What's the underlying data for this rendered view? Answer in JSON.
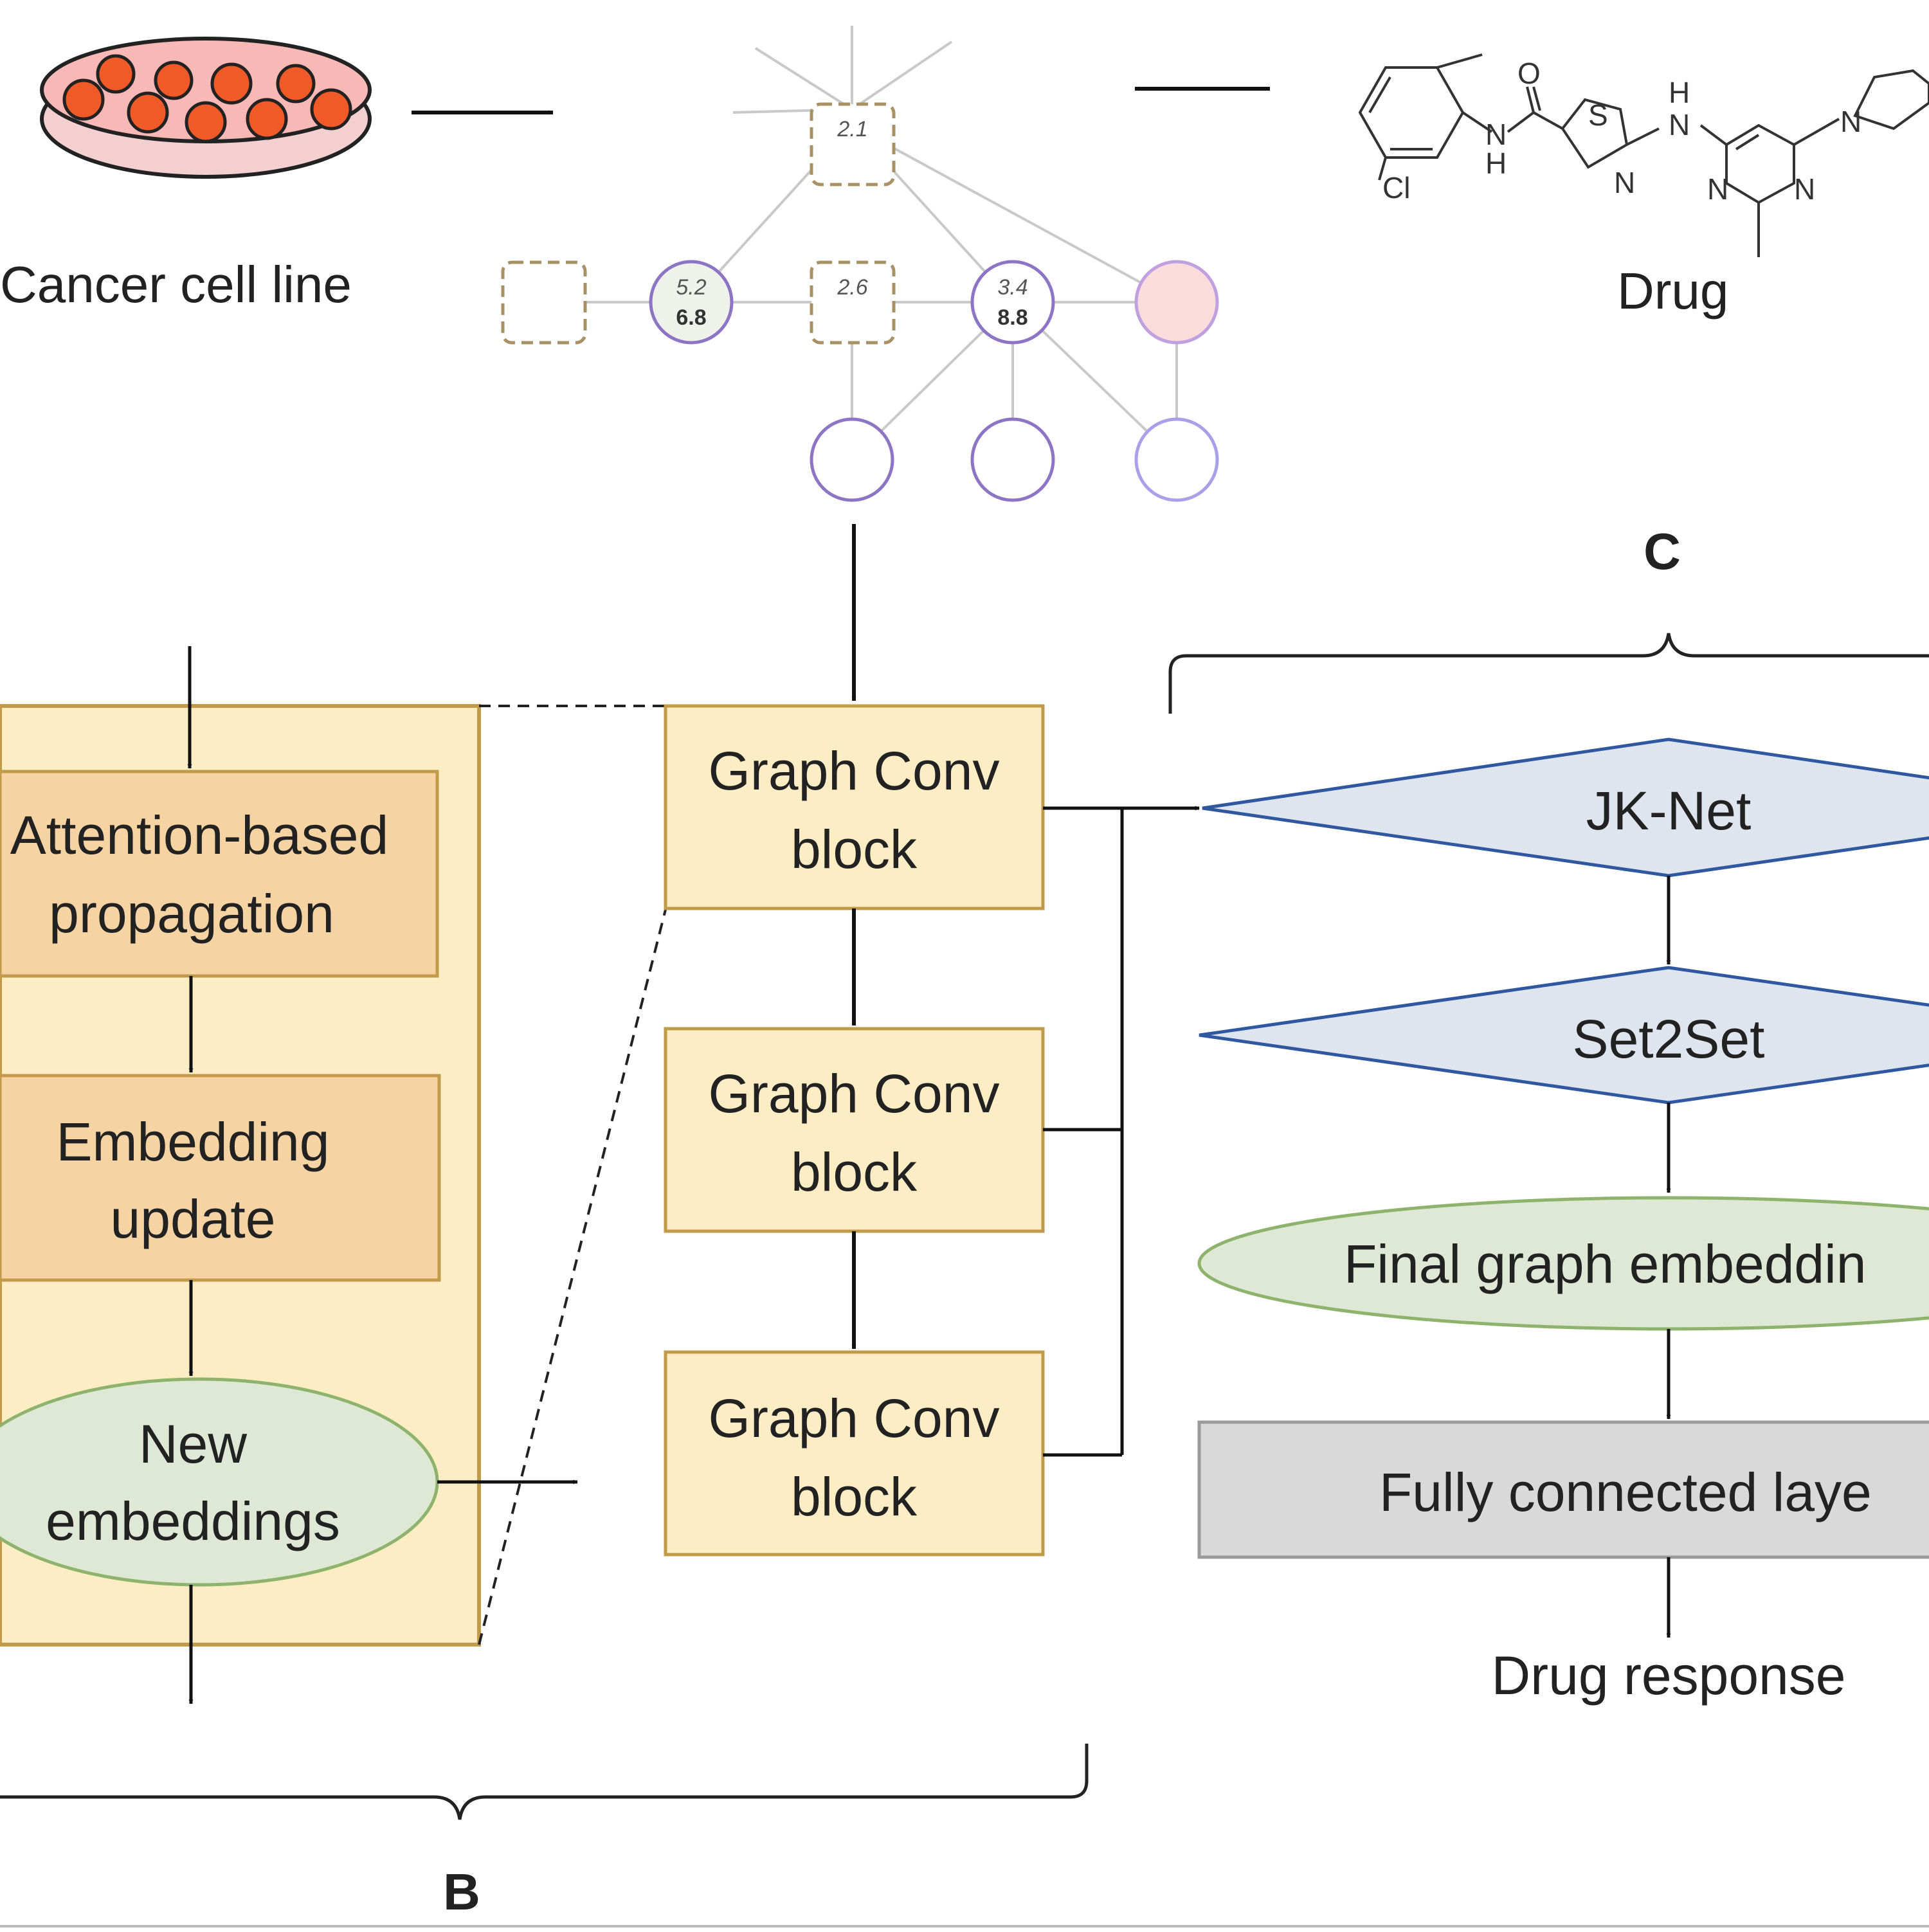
{
  "top": {
    "cancer_label": "Cancer cell line",
    "drug_label": "Drug"
  },
  "graph": {
    "node_values": {
      "top_node": "2.1",
      "node_a_top": "5.2",
      "node_a_bottom": "6.8",
      "node_b": "2.6",
      "node_c_top": "3.4",
      "node_c_bottom": "8.8"
    }
  },
  "molecule": {
    "atoms": {
      "o": "O",
      "s": "S",
      "n": "N",
      "h": "H",
      "cl": "Cl"
    }
  },
  "panel_b": {
    "label": "B",
    "attention": [
      "Attention-based",
      "propagation"
    ],
    "embedding_update": [
      "Embedding",
      "update"
    ],
    "new_embeddings": [
      "New",
      "embeddings"
    ],
    "gc_block": [
      "Graph Conv",
      "block"
    ]
  },
  "panel_c": {
    "label": "C",
    "jknet": "JK-Net",
    "set2set": "Set2Set",
    "final_embedding": "Final graph embeddin",
    "fully_connected": "Fully connected laye",
    "drug_response": "Drug response"
  },
  "colors": {
    "yellow_fill": "#fdedc4",
    "yellow_stroke": "#c29b4a",
    "orange_fill": "#f5d3a3",
    "green_fill": "#dfe8d4",
    "green_stroke": "#8db36c",
    "blue_fill": "#dfe5ef",
    "blue_stroke": "#2f58a0",
    "gray_fill": "#d9d9d9",
    "purple_stroke": "#8e74c4",
    "pink_fill": "#fadcdc",
    "cell_red": "#f05a28",
    "dish_fill": "#f7b8b6"
  }
}
